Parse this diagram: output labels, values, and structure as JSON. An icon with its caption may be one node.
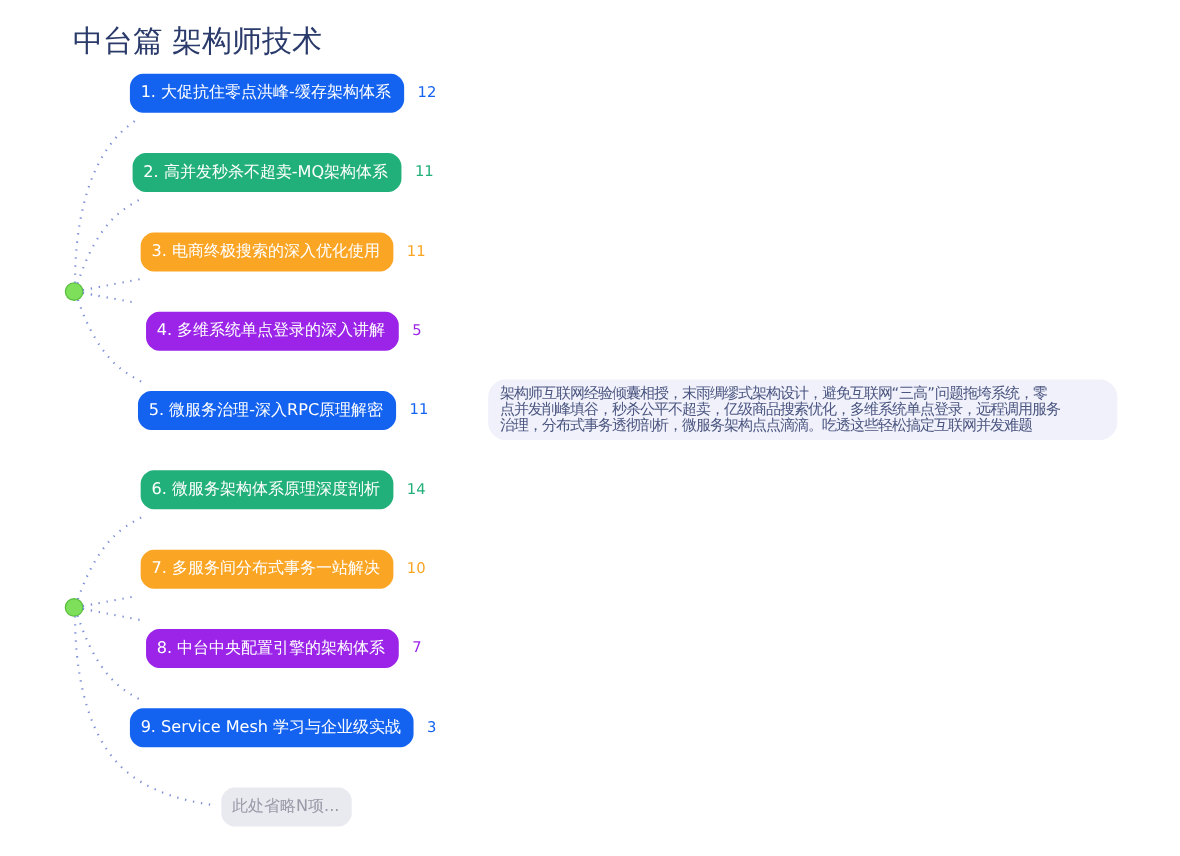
{
  "diagram": {
    "title": "中台篇 架构师技术",
    "nodes": [
      {
        "text": [],
        "shape": "circle"
      },
      {
        "text": [
          "1. 大促抗住零点洪峰-缓存架构体系"
        ],
        "beside": [
          "12"
        ]
      },
      {
        "text": [
          "2. 高并发秒杀不超卖-MQ架构体系"
        ],
        "beside": [
          "11"
        ]
      },
      {
        "text": [
          "3. 电商终极搜索的深入优化使用"
        ],
        "beside": [
          "11"
        ]
      },
      {
        "text": [
          "4. 多维系统单点登录的深入讲解"
        ],
        "beside": [
          "5"
        ]
      },
      {
        "text": [
          "5. 微服务治理-深入RPC原理解密"
        ],
        "beside": [
          "11"
        ]
      },
      {
        "text": [],
        "shape": "circle"
      },
      {
        "text": [
          "6. 微服务架构体系原理深度剖析"
        ],
        "beside": [
          "14"
        ]
      },
      {
        "text": [
          "7. 多服务间分布式事务一站解决"
        ],
        "beside": [
          "10"
        ]
      },
      {
        "text": [
          "8. 中台中央配置引擎的架构体系"
        ],
        "beside": [
          "7"
        ]
      },
      {
        "text": [
          "9. Service Mesh 学习与企业级实战"
        ],
        "beside": [
          "3"
        ]
      },
      {
        "text": [
          "此处省略N项..."
        ]
      }
    ],
    "edges": [
      {
        "from": 0,
        "to": 1,
        "arrow": "none",
        "style": "dashed"
      },
      {
        "from": 0,
        "to": 2,
        "arrow": "none",
        "style": "dashed"
      },
      {
        "from": 0,
        "to": 3,
        "arrow": "none",
        "style": "dashed"
      },
      {
        "from": 0,
        "to": 4,
        "arrow": "none",
        "style": "dashed"
      },
      {
        "from": 0,
        "to": 5,
        "arrow": "none",
        "style": "dashed"
      },
      {
        "from": 6,
        "to": 7,
        "arrow": "none",
        "style": "dashed"
      },
      {
        "from": 6,
        "to": 8,
        "arrow": "none",
        "style": "dashed"
      },
      {
        "from": 6,
        "to": 9,
        "arrow": "none",
        "style": "dashed"
      },
      {
        "from": 6,
        "to": 10,
        "arrow": "none",
        "style": "dashed"
      },
      {
        "from": 6,
        "to": 11,
        "arrow": "none",
        "style": "dashed"
      }
    ],
    "labels": [
      "架构师互联网经验倾囊相授，末雨绸缪式架构设计，避免互联网“三高”问题拖垮系统，零点并发削峰填谷，秒杀公平不超卖，亿级商品搜索优化，多维系统单点登录，远程调用服务治理，分布式事务透彻剖析，微服务架构点点滴滴。吃透这些轻松搞定互联网并发难题"
    ]
  }
}
